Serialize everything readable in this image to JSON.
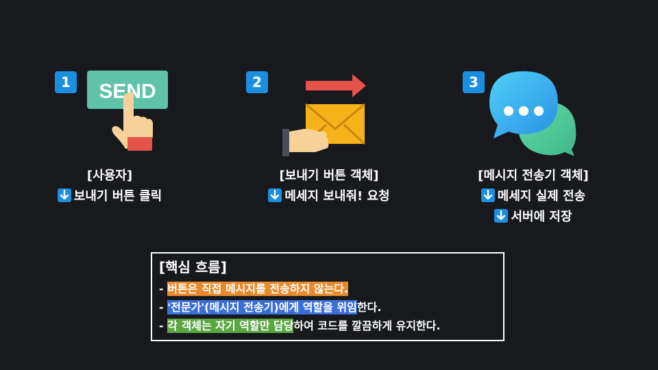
{
  "steps": [
    {
      "number": "1",
      "icon": "send-button-click-icon",
      "send_text": "SEND",
      "title": "[사용자]",
      "lines": [
        "보내기 버튼 클릭"
      ]
    },
    {
      "number": "2",
      "icon": "hand-envelope-icon",
      "title": "[보내기 버튼 객체]",
      "lines": [
        "메세지 보내줘! 요청"
      ]
    },
    {
      "number": "3",
      "icon": "chat-bubbles-icon",
      "title": "[메시지 전송기 객체]",
      "lines": [
        "메세지 실제 전송",
        "서버에 저장"
      ]
    }
  ],
  "summary": {
    "title": "[핵심 흐름]",
    "lines": [
      {
        "prefix": "- ",
        "highlight": "버튼은 직접 메시지를 전송하지 않는다.",
        "rest": ""
      },
      {
        "prefix": "- ",
        "highlight": "'전문가'(메시지 전송기)에게 역할을 위임",
        "rest": "한다."
      },
      {
        "prefix": "- ",
        "highlight": "각 객체는 자기 역할만 담당",
        "rest": "하여 코드를 깔끔하게 유지한다."
      }
    ]
  },
  "colors": {
    "background": "#17191d",
    "badge": "#1a8fe0",
    "highlight_orange": "#e8892b",
    "highlight_blue": "#3a6fd8",
    "highlight_green": "#5aa641"
  }
}
